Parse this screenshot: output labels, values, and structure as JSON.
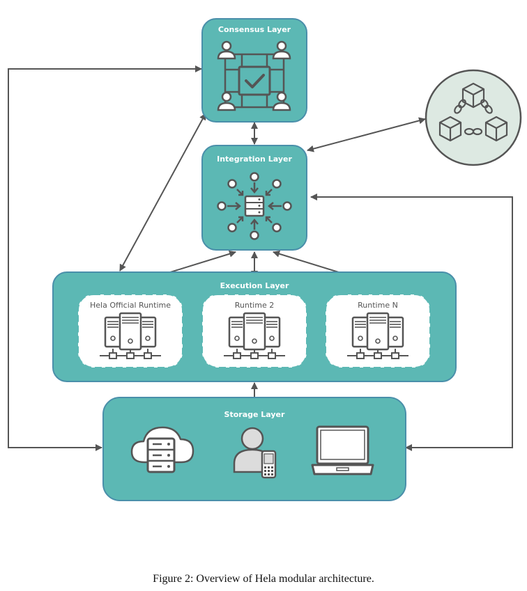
{
  "layers": {
    "consensus": "Consensus Layer",
    "integration": "Integration Layer",
    "execution": "Execution Layer",
    "storage": "Storage Layer"
  },
  "runtimes": [
    "Hela Official Runtime",
    "Runtime 2",
    "Runtime N"
  ],
  "caption": "Figure 2: Overview of Hela modular architecture.",
  "colors": {
    "teal": "#5cb8b4",
    "border": "#4a8faa",
    "dark": "#555555",
    "arrow": "#555555",
    "blockchain_bg": "#dde9e2",
    "runtime_bg": "#ffffff"
  },
  "icons": {
    "consensus": "validators-consensus-icon",
    "integration": "integration-hub-icon",
    "runtime": "server-rack-icon",
    "blockchain": "blockchain-network-icon",
    "storage": [
      "cloud-server-icon",
      "user-mobile-icon",
      "laptop-icon"
    ]
  }
}
